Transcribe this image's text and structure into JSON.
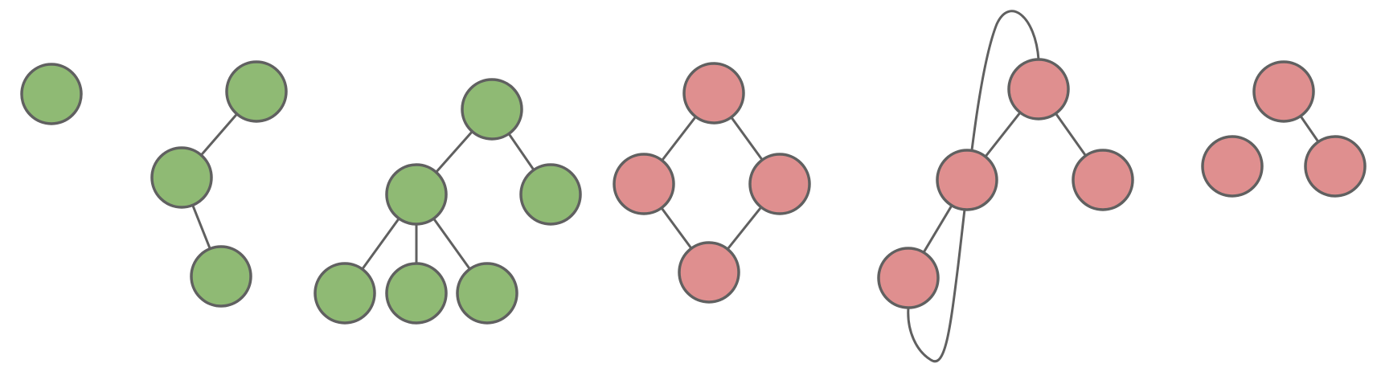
{
  "colors": {
    "tree_node": "#8fba74",
    "non_tree_node": "#df8f8f",
    "outline": "#606060",
    "background": "#ffffff"
  },
  "graphs": [
    {
      "kind": "tree",
      "nodes": [
        "a"
      ],
      "edges": []
    },
    {
      "kind": "tree",
      "nodes": [
        "a",
        "b",
        "c"
      ],
      "edges": [
        [
          "a",
          "b"
        ],
        [
          "b",
          "c"
        ]
      ]
    },
    {
      "kind": "tree",
      "nodes": [
        "a",
        "b",
        "c",
        "d",
        "e",
        "f"
      ],
      "edges": [
        [
          "a",
          "b"
        ],
        [
          "a",
          "c"
        ],
        [
          "b",
          "d"
        ],
        [
          "b",
          "e"
        ],
        [
          "b",
          "f"
        ]
      ]
    },
    {
      "kind": "not-tree",
      "nodes": [
        "a",
        "b",
        "c",
        "d"
      ],
      "edges": [
        [
          "a",
          "b"
        ],
        [
          "a",
          "c"
        ],
        [
          "b",
          "d"
        ],
        [
          "c",
          "d"
        ]
      ]
    },
    {
      "kind": "not-tree",
      "nodes": [
        "a",
        "b",
        "c",
        "d"
      ],
      "edges": [
        [
          "a",
          "b"
        ],
        [
          "a",
          "c"
        ],
        [
          "b",
          "d"
        ],
        [
          "a",
          "d"
        ]
      ]
    },
    {
      "kind": "not-tree",
      "nodes": [
        "a",
        "b",
        "c"
      ],
      "edges": [
        [
          "a",
          "c"
        ]
      ]
    }
  ]
}
